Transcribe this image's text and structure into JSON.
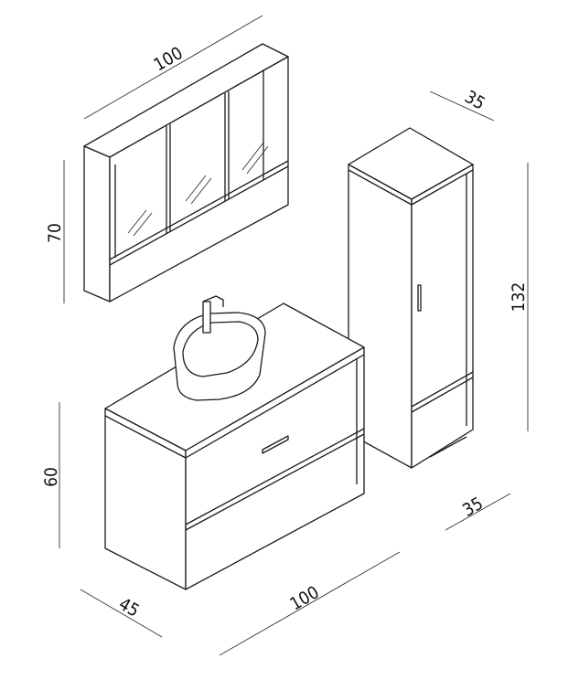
{
  "dimensions": {
    "mirror_width": "100",
    "mirror_height": "70",
    "tall_depth": "35",
    "tall_height": "132",
    "vanity_height": "60",
    "vanity_depth": "45",
    "vanity_width": "100",
    "tall_base_depth": "35"
  }
}
